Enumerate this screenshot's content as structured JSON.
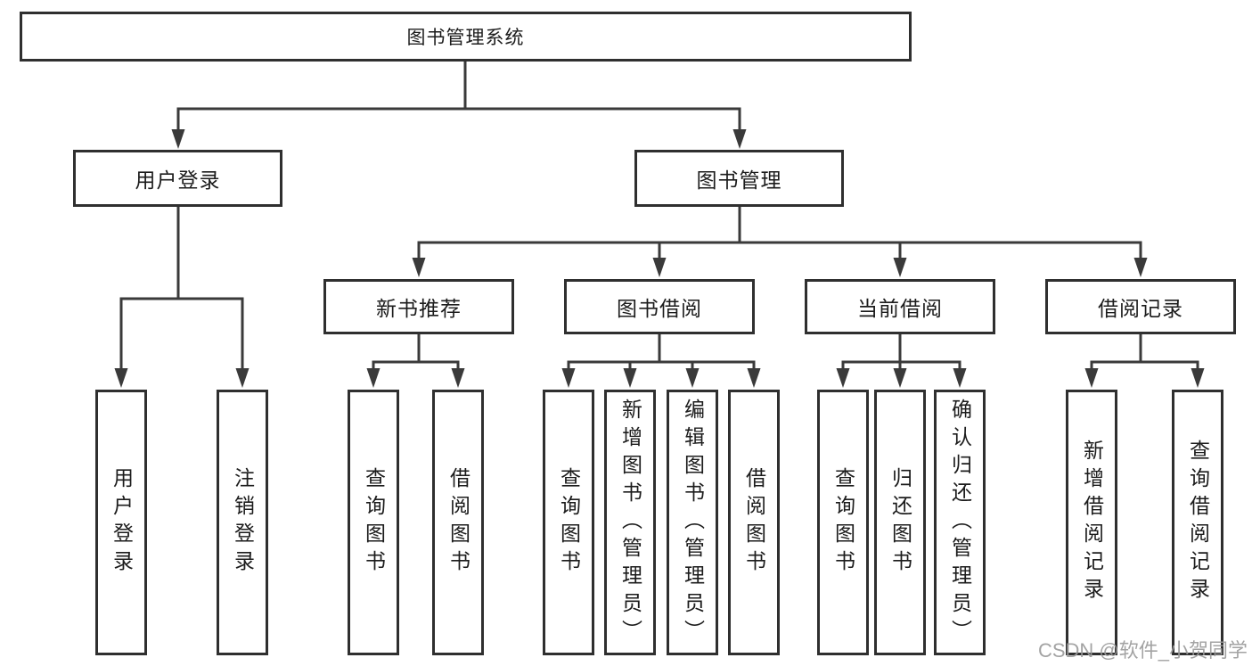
{
  "diagram_type": "functional-structure-tree",
  "colors": {
    "background": "#ffffff",
    "box_border": "#2f2f2f",
    "connector": "#3a3a3a",
    "text": "#1c1c1c",
    "watermark": "#9a9a9a"
  },
  "tree": {
    "root": {
      "label": "图书管理系统",
      "children": [
        {
          "label": "用户登录",
          "children": [
            {
              "label": "用户登录"
            },
            {
              "label": "注销登录"
            }
          ]
        },
        {
          "label": "图书管理",
          "children": [
            {
              "label": "新书推荐",
              "children": [
                {
                  "label": "查询图书"
                },
                {
                  "label": "借阅图书"
                }
              ]
            },
            {
              "label": "图书借阅",
              "children": [
                {
                  "label": "查询图书"
                },
                {
                  "label": "新增图书（管理员）"
                },
                {
                  "label": "编辑图书（管理员）"
                },
                {
                  "label": "借阅图书"
                }
              ]
            },
            {
              "label": "当前借阅",
              "children": [
                {
                  "label": "查询图书"
                },
                {
                  "label": "归还图书"
                },
                {
                  "label": "确认归还（管理员）"
                }
              ]
            },
            {
              "label": "借阅记录",
              "children": [
                {
                  "label": "新增借阅记录"
                },
                {
                  "label": "查询借阅记录"
                }
              ]
            }
          ]
        }
      ]
    }
  },
  "watermark": {
    "text": "CSDN @软件_小贺同学"
  }
}
